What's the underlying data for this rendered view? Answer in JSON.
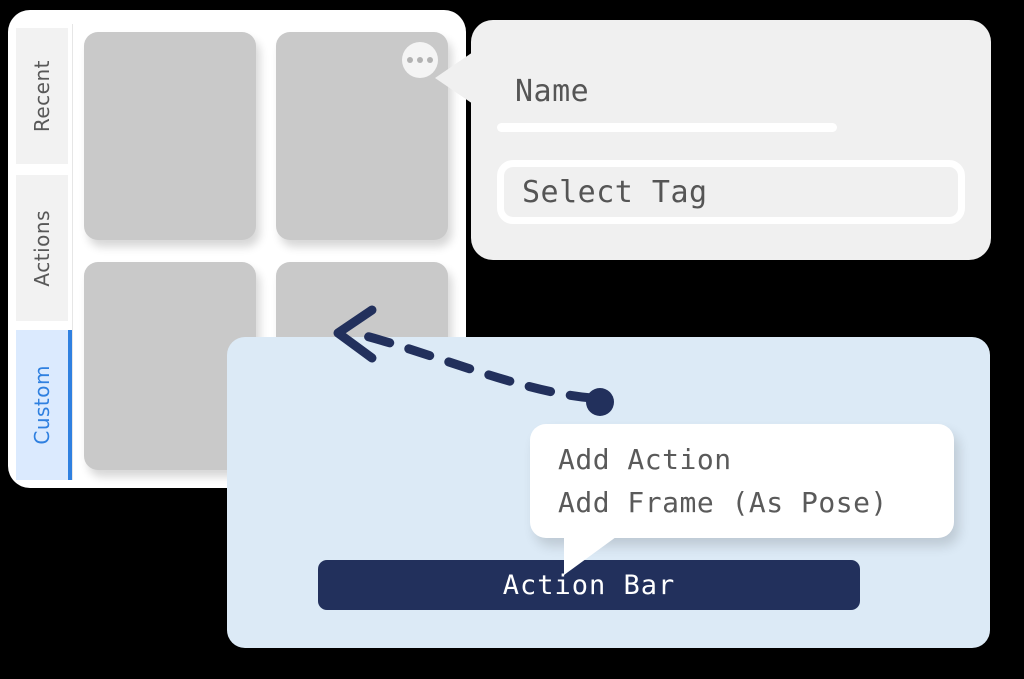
{
  "page": {
    "background_color": "#000000",
    "accent_navy": "#22305c",
    "accent_blue": "#2f80e0",
    "panel_blue": "#dceaf6",
    "card_gray": "#c9c9c9"
  },
  "left_panel": {
    "tabs": [
      {
        "label": "Recent",
        "selected": false
      },
      {
        "label": "Actions",
        "selected": false
      },
      {
        "label": "Custom",
        "selected": true
      }
    ],
    "cards": [
      {
        "index": "1"
      },
      {
        "index": "2"
      },
      {
        "index": "3"
      },
      {
        "index": "4"
      }
    ],
    "card_menu_icon": "ellipsis-icon"
  },
  "popover": {
    "name_label": "Name",
    "name_value": "",
    "name_placeholder": "Name",
    "tag_value": "Select Tag",
    "tag_placeholder": "Select Tag"
  },
  "blue_panel": {
    "action_bar_label": "Action Bar",
    "context_menu": {
      "items": [
        {
          "label": "Add Action"
        },
        {
          "label": "Add Frame (As Pose)"
        }
      ]
    }
  },
  "annotation": {
    "arrow_name": "dashed-curved-arrow",
    "dot_name": "arrow-origin-dot",
    "color": "#22305c"
  }
}
